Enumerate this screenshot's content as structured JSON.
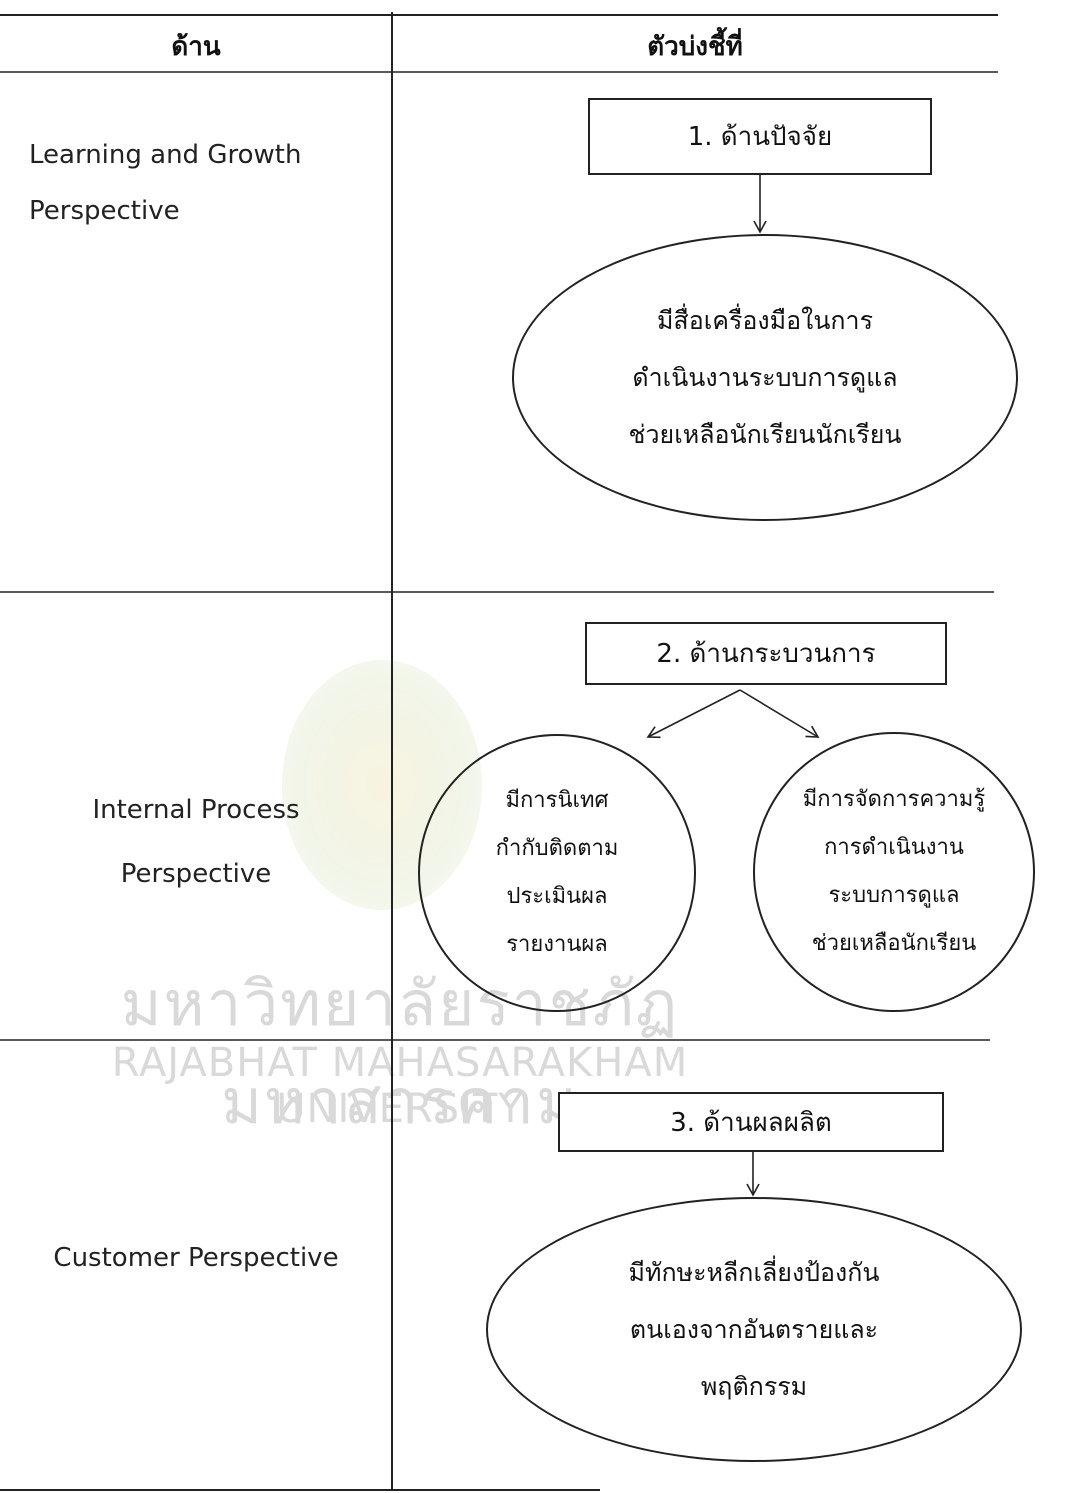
{
  "header": {
    "col1": "ด้าน",
    "col2": "ตัวบ่งชี้ที่"
  },
  "rows": [
    {
      "perspective": [
        "Learning and Growth",
        "Perspective"
      ],
      "box": "1. ด้านปัจจัย",
      "ovals": [
        [
          "มีสื่อเครื่องมือในการ",
          "ดำเนินงานระบบการดูแล",
          "ช่วยเหลือนักเรียนนักเรียน"
        ]
      ]
    },
    {
      "perspective": [
        "Internal Process",
        "Perspective"
      ],
      "box": "2. ด้านกระบวนการ",
      "ovals": [
        [
          "มีการนิเทศ",
          "กำกับติดตาม",
          "ประเมินผล",
          "รายงานผล"
        ],
        [
          "มีการจัดการความรู้",
          "การดำเนินงาน",
          "ระบบการดูแล",
          "ช่วยเหลือนักเรียน"
        ]
      ]
    },
    {
      "perspective": [
        "Customer Perspective"
      ],
      "box": "3. ด้านผลผลิต",
      "ovals": [
        [
          "มีทักษะหลีกเลี่ยงป้องกัน",
          "ตนเองจากอันตรายและ",
          "พฤติกรรม"
        ]
      ]
    }
  ],
  "watermark": {
    "thai": "มหาวิทยาลัยราชภัฏมหาสารคาม",
    "english": "RAJABHAT MAHASARAKHAM UNIVERSITY"
  }
}
